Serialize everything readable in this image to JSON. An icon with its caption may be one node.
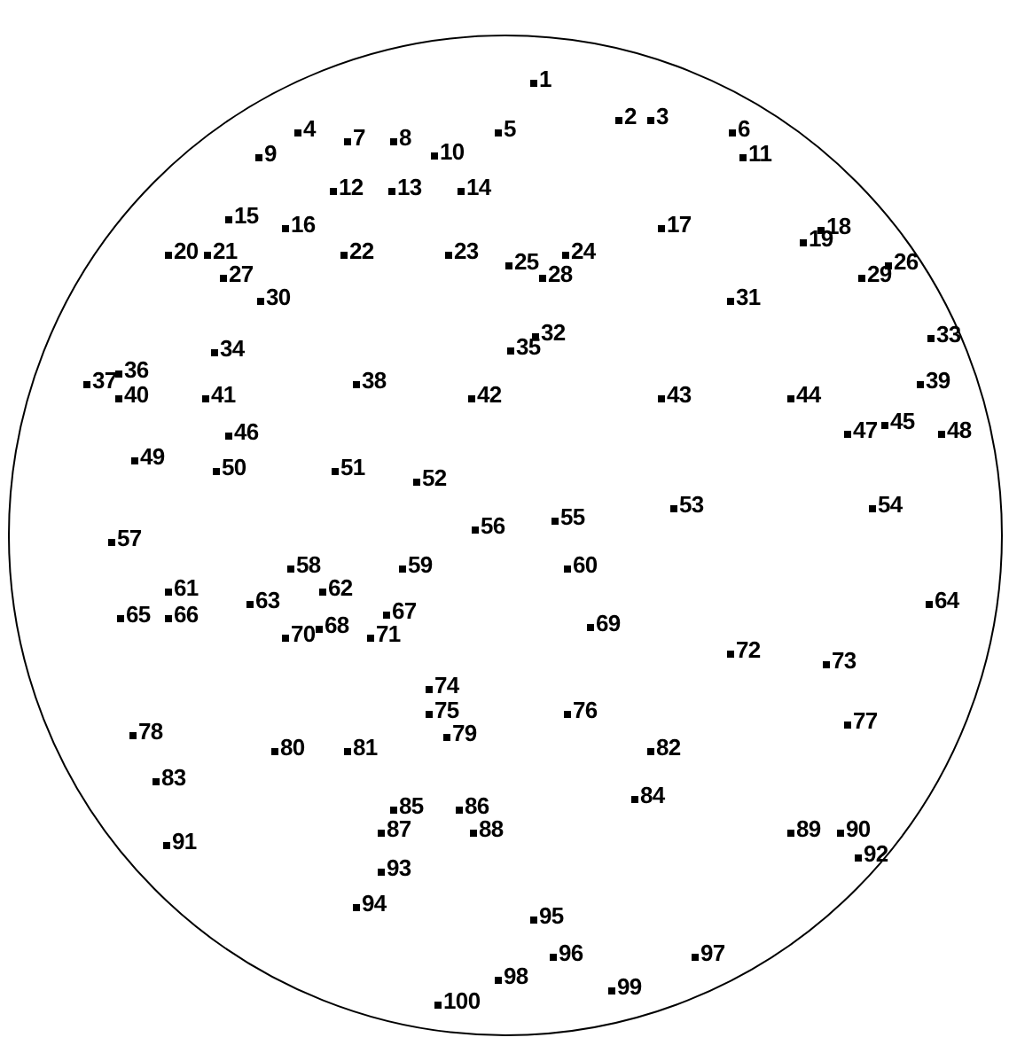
{
  "diagram": {
    "labels": [
      "1",
      "2",
      "3",
      "4",
      "5",
      "6",
      "7",
      "8",
      "9",
      "10",
      "11",
      "12",
      "13",
      "14",
      "15",
      "16",
      "17",
      "18",
      "19",
      "20",
      "21",
      "22",
      "23",
      "24",
      "25",
      "26",
      "27",
      "28",
      "29",
      "30",
      "31",
      "32",
      "33",
      "34",
      "35",
      "36",
      "37",
      "38",
      "39",
      "40",
      "41",
      "42",
      "43",
      "44",
      "45",
      "46",
      "47",
      "48",
      "49",
      "50",
      "51",
      "52",
      "53",
      "54",
      "55",
      "56",
      "57",
      "58",
      "59",
      "60",
      "61",
      "62",
      "63",
      "64",
      "65",
      "66",
      "67",
      "68",
      "69",
      "70",
      "71",
      "72",
      "73",
      "74",
      "75",
      "76",
      "77",
      "78",
      "79",
      "80",
      "81",
      "82",
      "83",
      "84",
      "85",
      "86",
      "87",
      "88",
      "89",
      "90",
      "91",
      "92",
      "93",
      "94",
      "95",
      "96",
      "97",
      "98",
      "99",
      "100"
    ]
  }
}
